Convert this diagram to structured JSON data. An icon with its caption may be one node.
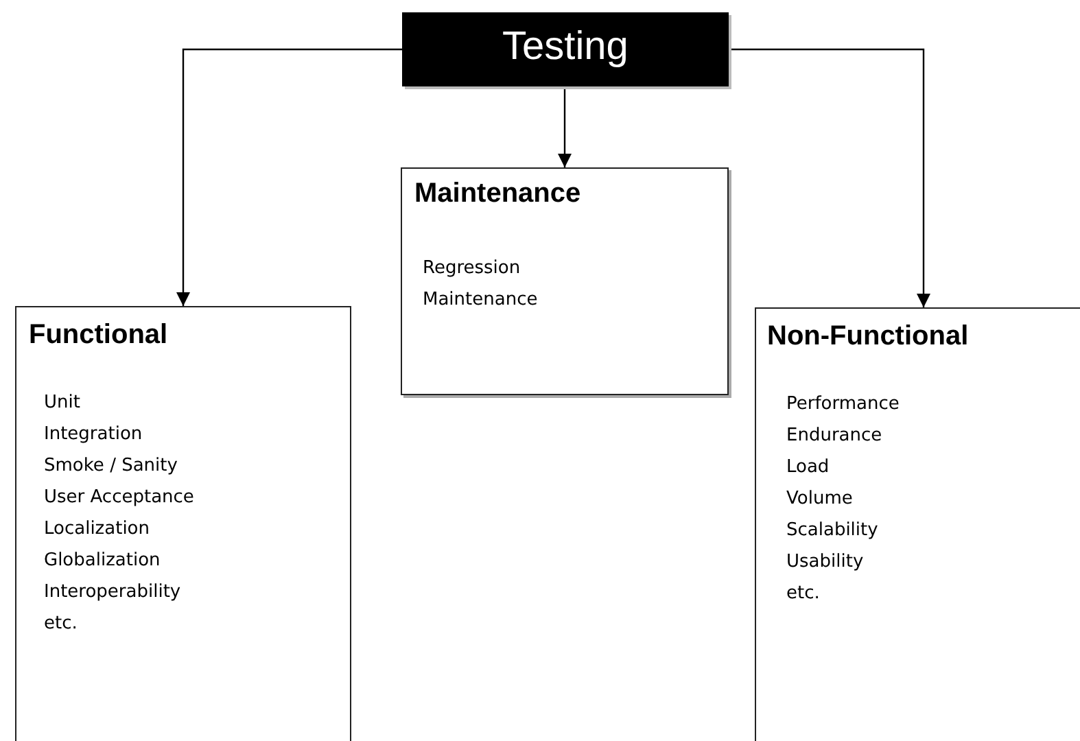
{
  "diagram": {
    "nodes": [
      {
        "text": [
          "Testing"
        ]
      },
      {
        "text": [
          "Maintenance",
          "Regression",
          "Maintenance"
        ]
      },
      {
        "text": [
          "Functional",
          "Unit",
          "Integration",
          "Smoke / Sanity",
          "User Acceptance",
          "Localization",
          "Globalization",
          "Interoperability",
          "etc."
        ]
      },
      {
        "text": [
          "Non-Functional",
          "Performance",
          "Endurance",
          "Load",
          "Volume",
          "Scalability",
          "Usability",
          "etc."
        ]
      }
    ],
    "edges": [
      {
        "from": 0,
        "to": 2,
        "arrow": "to"
      },
      {
        "from": 0,
        "to": 1,
        "arrow": "to"
      },
      {
        "from": 0,
        "to": 3,
        "arrow": "to"
      }
    ]
  }
}
